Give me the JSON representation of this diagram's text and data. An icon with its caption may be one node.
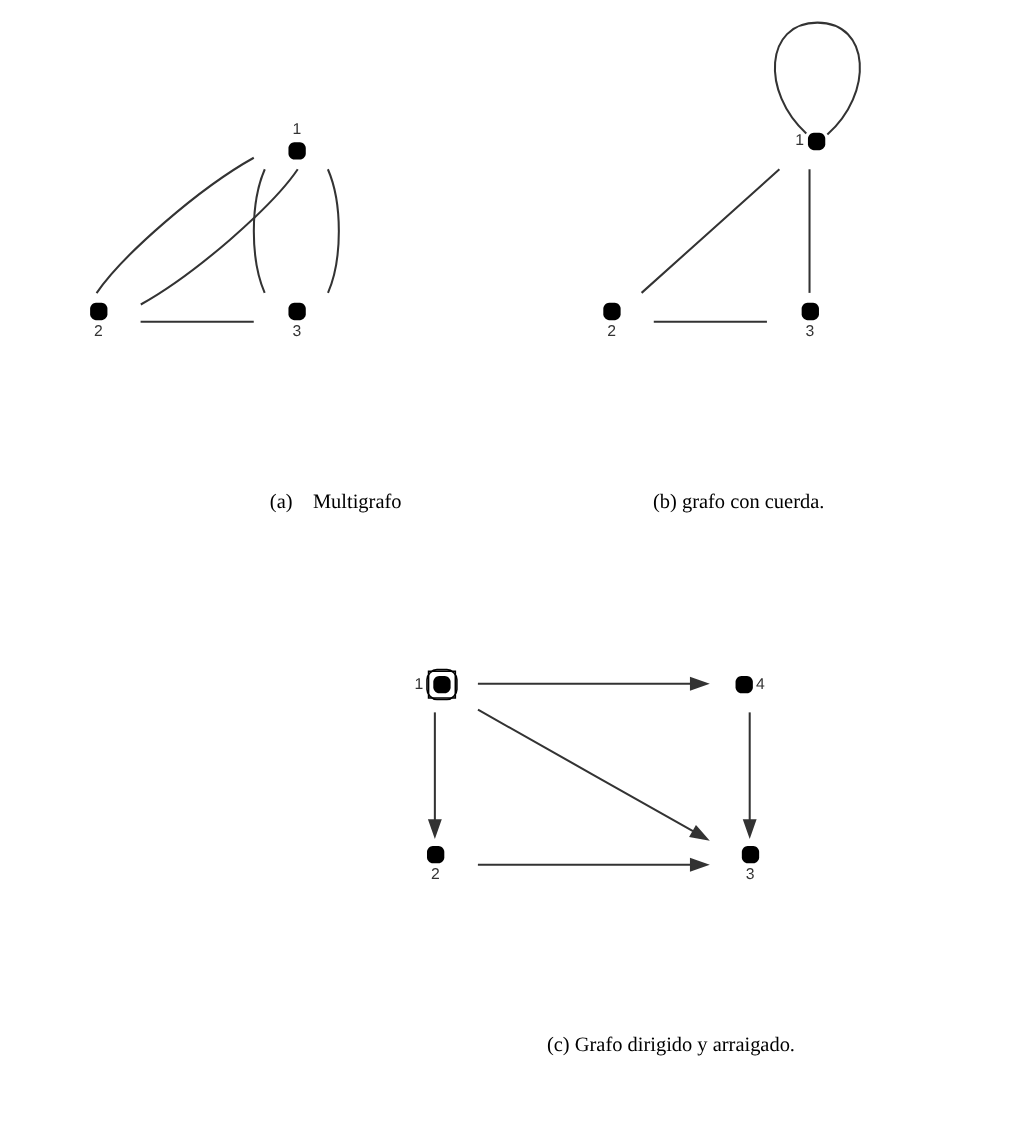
{
  "diagram": {
    "nodes": [
      {
        "text": [
          "1"
        ]
      },
      {
        "text": [
          "2"
        ]
      },
      {
        "text": [
          "3"
        ]
      },
      {
        "text": [
          "1"
        ]
      },
      {
        "text": [
          "2"
        ]
      },
      {
        "text": [
          "3"
        ]
      },
      {
        "text": [
          "1"
        ]
      },
      {
        "text": [
          "4"
        ]
      },
      {
        "text": [
          "2"
        ]
      },
      {
        "text": [
          "3"
        ]
      }
    ],
    "edges": [
      {
        "from": 0,
        "to": 1,
        "arrow": "none"
      },
      {
        "from": 0,
        "to": 1,
        "arrow": "none"
      },
      {
        "from": 0,
        "to": 2,
        "arrow": "none"
      },
      {
        "from": 0,
        "to": 2,
        "arrow": "none"
      },
      {
        "from": 1,
        "to": 2,
        "arrow": "none"
      },
      {
        "from": 3,
        "to": 3,
        "arrow": "none"
      },
      {
        "from": 3,
        "to": 4,
        "arrow": "none"
      },
      {
        "from": 3,
        "to": 5,
        "arrow": "none"
      },
      {
        "from": 4,
        "to": 5,
        "arrow": "none"
      },
      {
        "from": 6,
        "to": 7,
        "arrow": "to"
      },
      {
        "from": 6,
        "to": 8,
        "arrow": "to"
      },
      {
        "from": 6,
        "to": 9,
        "arrow": "to"
      },
      {
        "from": 7,
        "to": 9,
        "arrow": "to"
      },
      {
        "from": 8,
        "to": 9,
        "arrow": "to"
      }
    ],
    "labels": [
      "(a)    Multigrafo",
      "(b) grafo con cuerda.",
      "(c) Grafo dirigido y arraigado."
    ]
  }
}
